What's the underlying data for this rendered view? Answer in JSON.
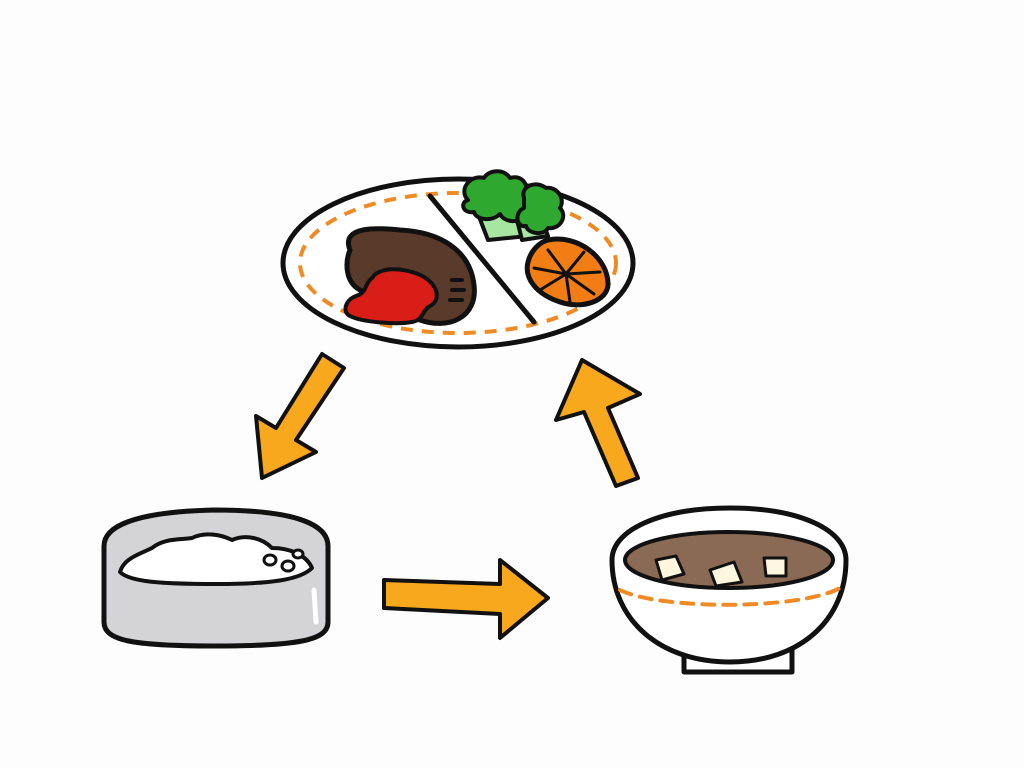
{
  "diagram": {
    "type": "cycle",
    "nodes": [
      {
        "id": "main-dish",
        "icon": "hamburg-steak-plate-icon"
      },
      {
        "id": "rice",
        "icon": "rice-bowl-icon"
      },
      {
        "id": "soup",
        "icon": "miso-soup-bowl-icon"
      }
    ],
    "edges": [
      {
        "from": "main-dish",
        "to": "rice"
      },
      {
        "from": "rice",
        "to": "soup"
      },
      {
        "from": "soup",
        "to": "main-dish"
      }
    ]
  },
  "colors": {
    "outline": "#111111",
    "arrow": "#f8a81c",
    "dash": "#f08a24",
    "steak": "#5a3a2a",
    "sauce": "#d81e16",
    "broccoli": "#2fa82f",
    "broccoli_stem": "#a6e6a0",
    "orange": "#f27d14",
    "orange_inner": "#ffffff",
    "rice_bowl": "#d4d4d6",
    "rice": "#ffffff",
    "soup": "#8a6a55",
    "tofu": "#fff6e0",
    "plate": "#ffffff",
    "background": "#fdfdfd"
  }
}
